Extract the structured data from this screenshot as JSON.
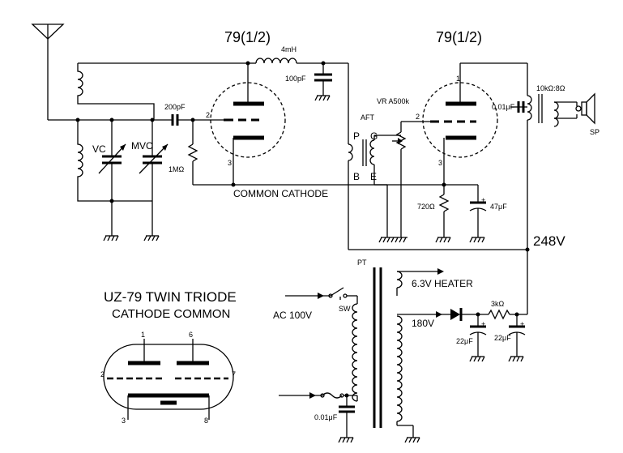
{
  "tubes": {
    "left_label": "79(1/2)",
    "right_label": "79(1/2)",
    "title_line1": "UZ-79 TWIN TRIODE",
    "title_line2": "CATHODE COMMON"
  },
  "components": {
    "inductor_4mh": "4mH",
    "cap_100pf": "100pF",
    "cap_200pf": "200pF",
    "res_1m": "1MΩ",
    "vc": "VC",
    "mvc": "MVC",
    "common_cathode": "COMMON CATHODE",
    "vr": "VR A500k",
    "aft": "AFT",
    "trans_p": "P",
    "trans_g": "G",
    "trans_b": "B",
    "trans_e": "E",
    "res_720": "720Ω",
    "cap_47u": "47μF",
    "cap_001u": "0.01μF",
    "output_trans": "10kΩ:8Ω",
    "speaker": "SP",
    "supply_248": "248V",
    "pt": "PT",
    "heater": "6.3V HEATER",
    "ac_in": "AC 100V",
    "sw": "SW",
    "hv": "180V",
    "res_3k": "3kΩ",
    "cap_22u_a": "22μF",
    "cap_22u_b": "22μF",
    "cap_001u_primary": "0.01μF"
  },
  "pins": {
    "left_grid": "2",
    "left_cathode": "3",
    "right_plate": "1",
    "right_grid": "2",
    "right_cathode": "3",
    "base_1": "1",
    "base_6": "6",
    "base_2": "2",
    "base_7": "7",
    "base_3": "3",
    "base_8": "8"
  }
}
